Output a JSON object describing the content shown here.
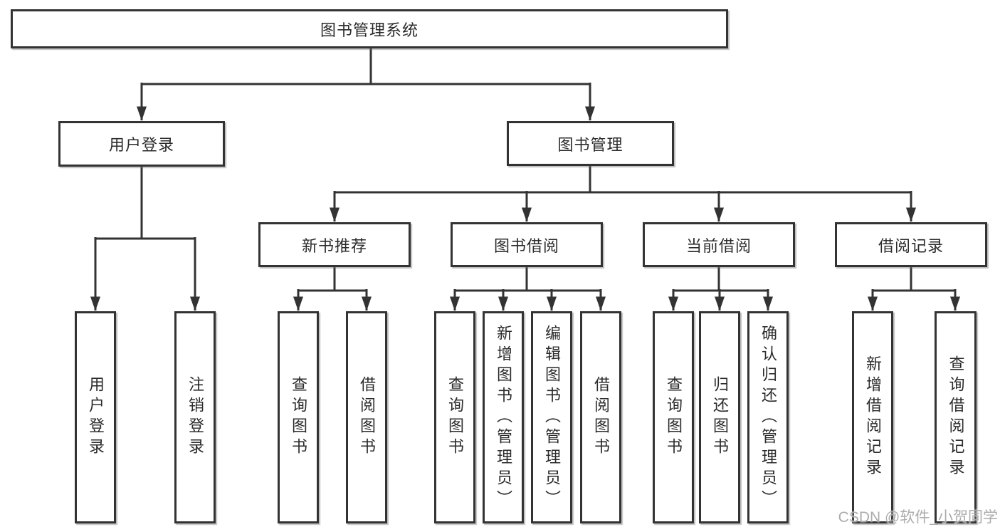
{
  "tree": {
    "root": {
      "label": "图书管理系统",
      "children": [
        {
          "label": "用户登录",
          "children": [
            {
              "label": "用户登录"
            },
            {
              "label": "注销登录"
            }
          ]
        },
        {
          "label": "图书管理",
          "children": [
            {
              "label": "新书推荐",
              "children": [
                {
                  "label": "查询图书"
                },
                {
                  "label": "借阅图书"
                }
              ]
            },
            {
              "label": "图书借阅",
              "children": [
                {
                  "label": "查询图书"
                },
                {
                  "label": "新增图书（管理员）"
                },
                {
                  "label": "编辑图书（管理员）"
                },
                {
                  "label": "借阅图书"
                }
              ]
            },
            {
              "label": "当前借阅",
              "children": [
                {
                  "label": "查询图书"
                },
                {
                  "label": "归还图书"
                },
                {
                  "label": "确认归还（管理员）"
                }
              ]
            },
            {
              "label": "借阅记录",
              "children": [
                {
                  "label": "新增借阅记录"
                },
                {
                  "label": "查询借阅记录"
                }
              ]
            }
          ]
        }
      ]
    }
  },
  "watermark": "CSDN @软件_小贺同学",
  "colors": {
    "line": "#333333",
    "box_border": "#333333",
    "box_fill": "#ffffff",
    "text": "#2b2b2b",
    "watermark": "#a5a5a5",
    "background": "#ffffff"
  }
}
